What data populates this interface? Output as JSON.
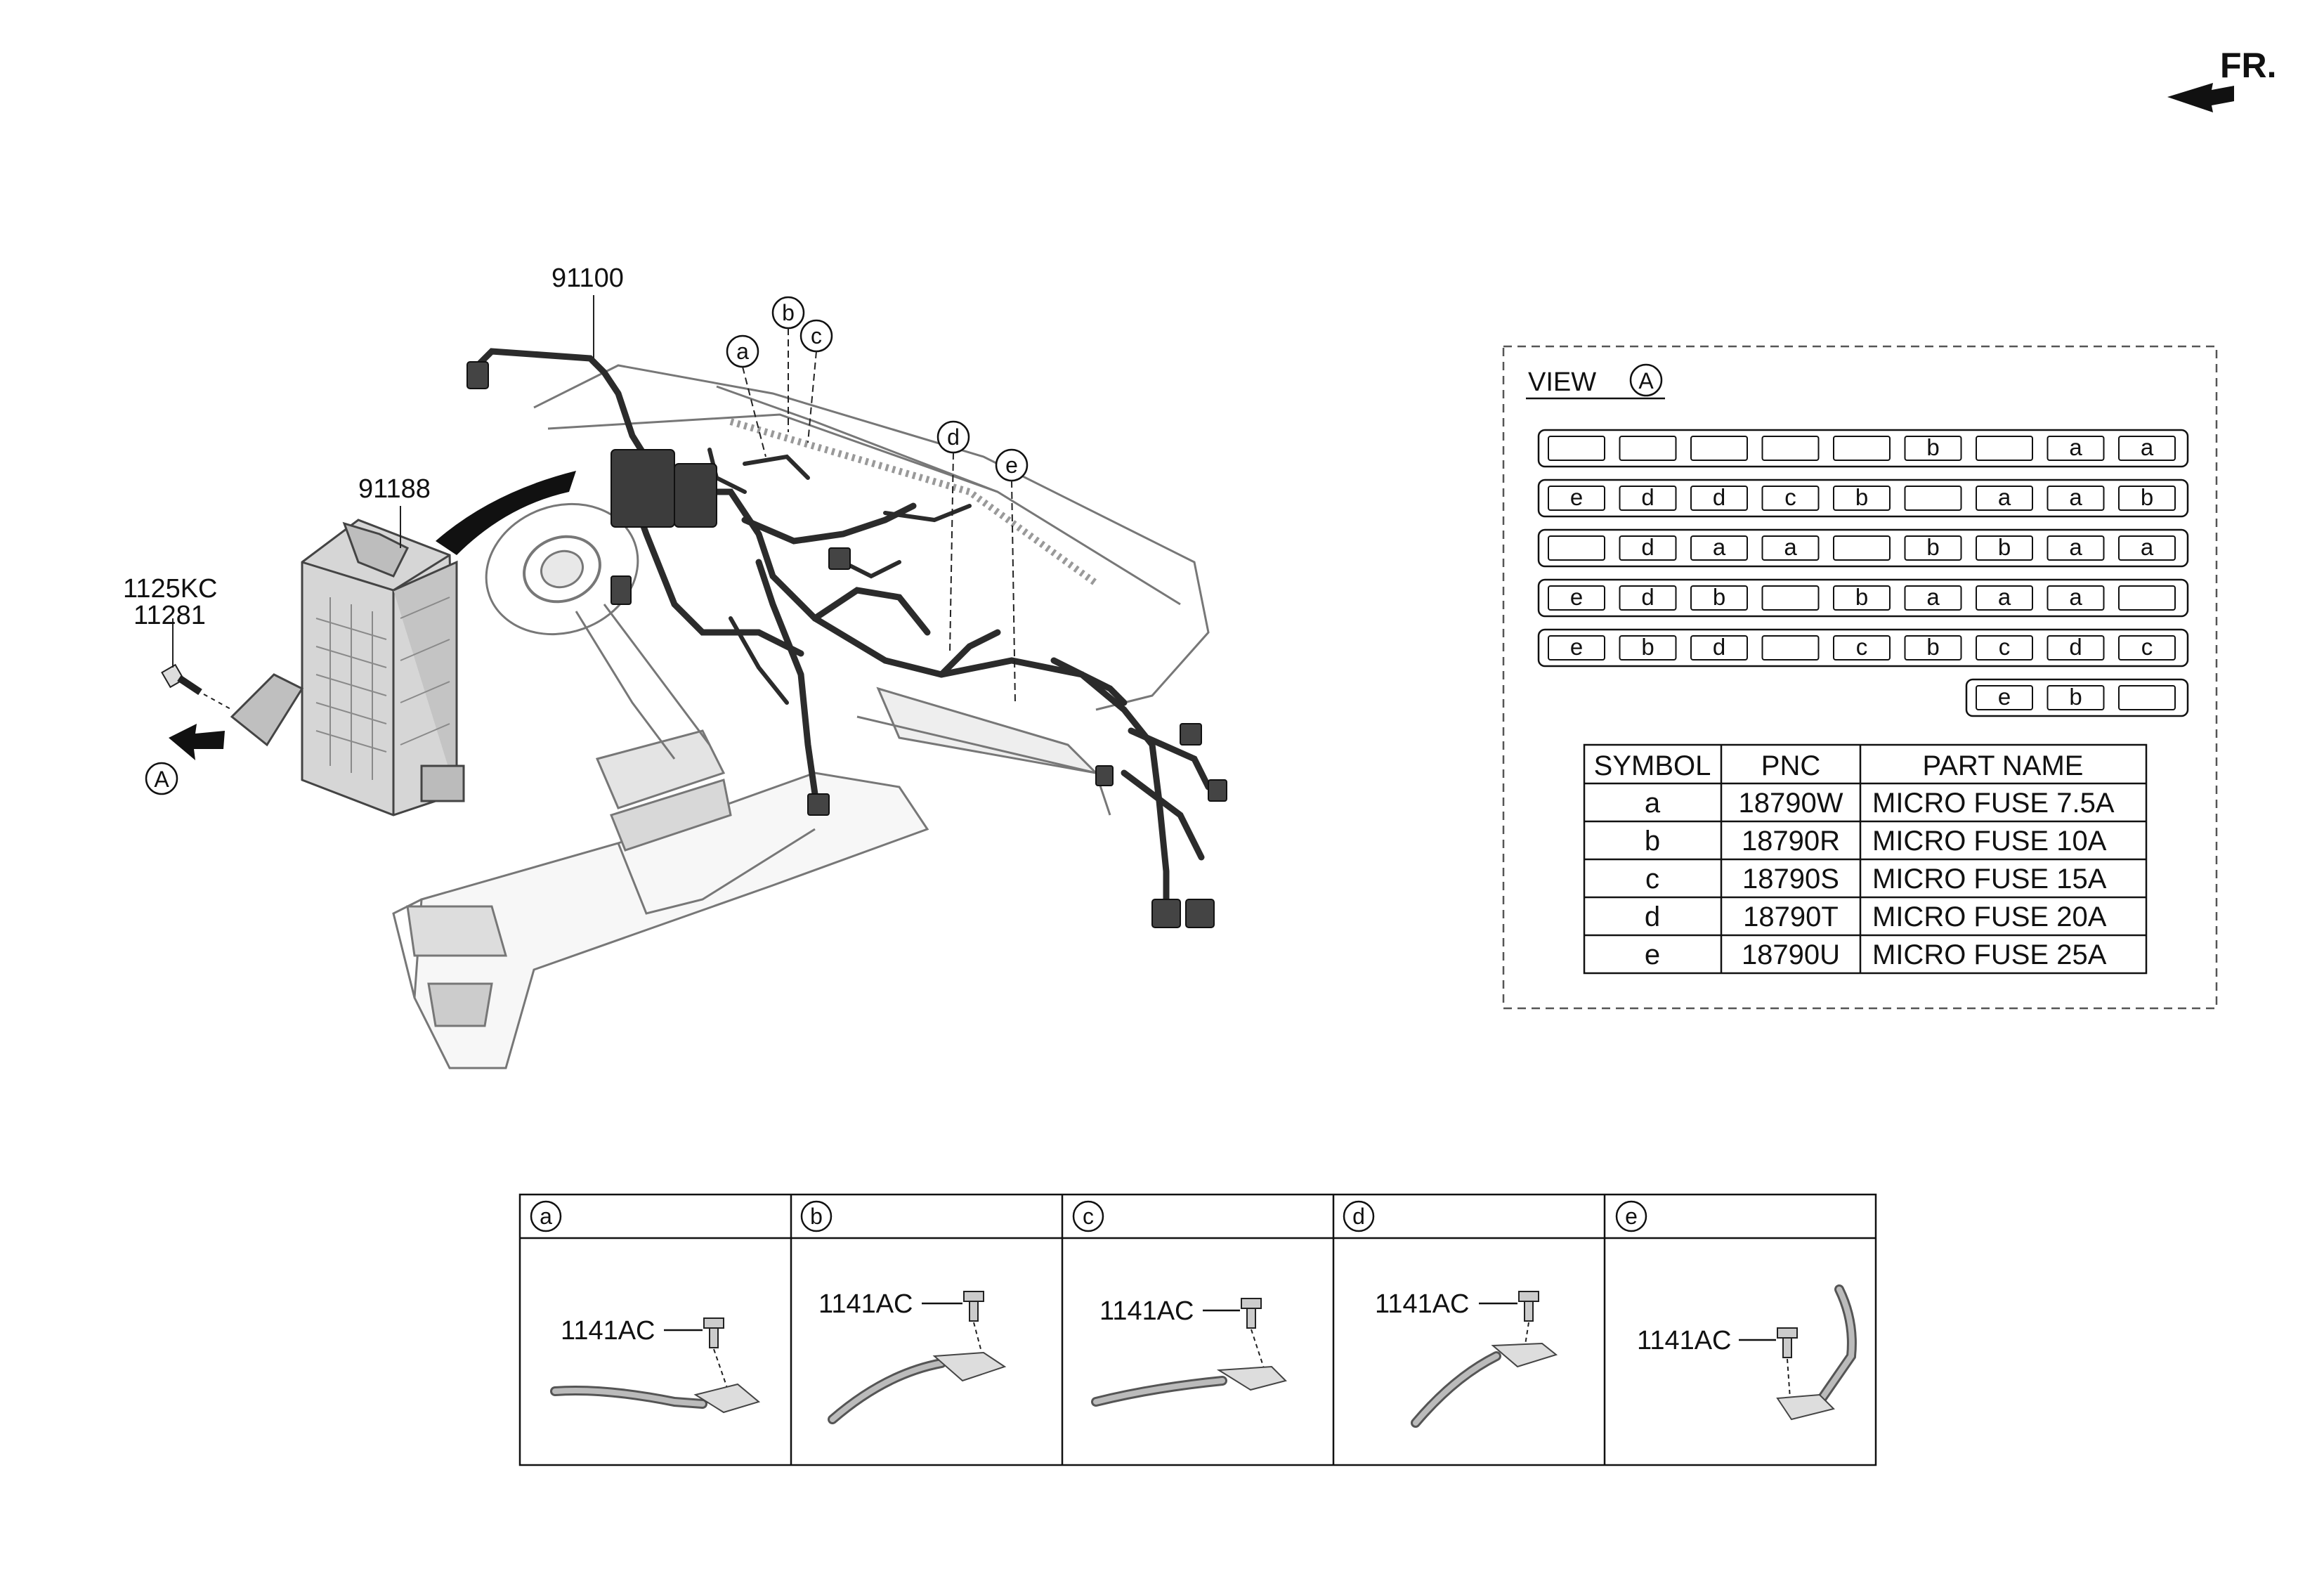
{
  "header": {
    "direction_label": "FR."
  },
  "main_diagram": {
    "harness_label": "91100",
    "junction_box_label": "91188",
    "bolt_label_1": "1125KC",
    "bolt_label_2": "11281",
    "view_marker": "A",
    "callouts": [
      "a",
      "b",
      "c",
      "d",
      "e"
    ]
  },
  "view_panel": {
    "title": "VIEW",
    "marker": "A",
    "fuse_rows": [
      [
        "",
        "",
        "",
        "",
        "",
        "b",
        "",
        "a",
        "a"
      ],
      [
        "e",
        "d",
        "d",
        "c",
        "b",
        "",
        "a",
        "a",
        "b"
      ],
      [
        "",
        "d",
        "a",
        "a",
        "",
        "b",
        "b",
        "a",
        "a"
      ],
      [
        "e",
        "d",
        "b",
        "",
        "b",
        "a",
        "a",
        "a",
        ""
      ],
      [
        "e",
        "b",
        "d",
        "",
        "c",
        "b",
        "c",
        "d",
        "c"
      ],
      [
        "e",
        "b",
        ""
      ]
    ]
  },
  "legend_table": {
    "headers": [
      "SYMBOL",
      "PNC",
      "PART NAME"
    ],
    "rows": [
      [
        "a",
        "18790W",
        "MICRO FUSE 7.5A"
      ],
      [
        "b",
        "18790R",
        "MICRO FUSE 10A"
      ],
      [
        "c",
        "18790S",
        "MICRO FUSE 15A"
      ],
      [
        "d",
        "18790T",
        "MICRO FUSE 20A"
      ],
      [
        "e",
        "18790U",
        "MICRO FUSE 25A"
      ]
    ]
  },
  "detail_panels": [
    {
      "symbol": "a",
      "part": "1141AC"
    },
    {
      "symbol": "b",
      "part": "1141AC"
    },
    {
      "symbol": "c",
      "part": "1141AC"
    },
    {
      "symbol": "d",
      "part": "1141AC"
    },
    {
      "symbol": "e",
      "part": "1141AC"
    }
  ]
}
